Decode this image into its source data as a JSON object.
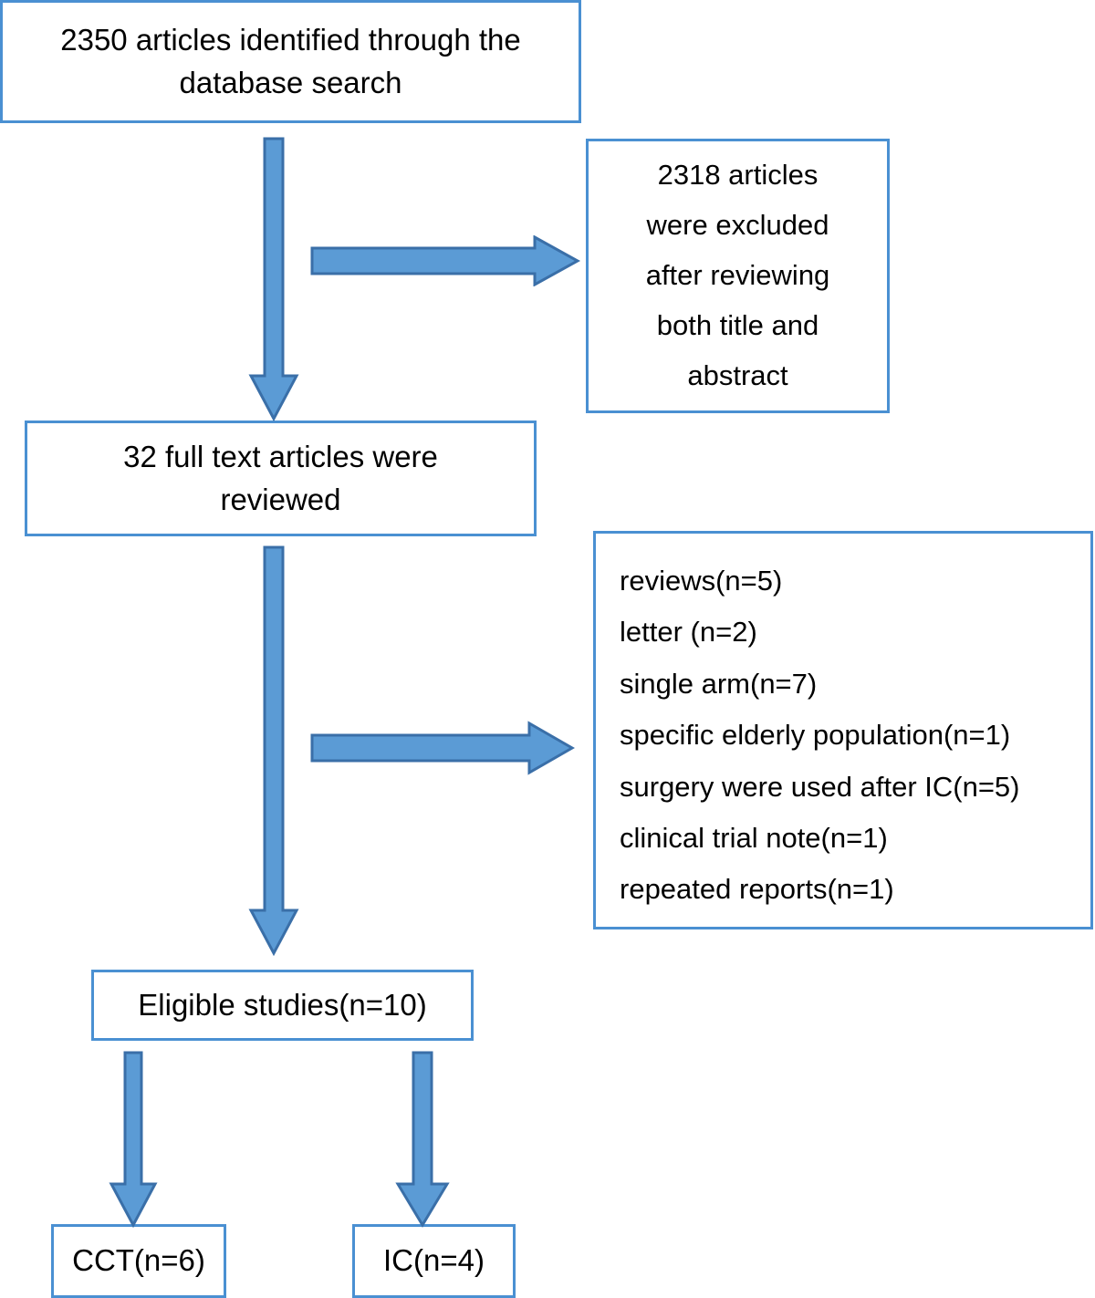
{
  "diagram": {
    "title": "PRISMA study selection flow diagram",
    "colors": {
      "box_border": "#4A90D2",
      "box_fill": "#FFFFFF",
      "arrow_fill": "#5B9BD5",
      "arrow_stroke": "#3A6FA8",
      "text": "#000000"
    },
    "nodes": {
      "identified": {
        "label": "2350 articles identified through the\ndatabase search",
        "count": 2350
      },
      "excluded_title_abstract": {
        "label": "2318 articles\nwere excluded\nafter reviewing\nboth title and\nabstract",
        "count": 2318
      },
      "full_text_reviewed": {
        "label": "32 full text articles were\nreviewed",
        "count": 32
      },
      "exclusion_reasons": {
        "lines": [
          "reviews(n=5)",
          "letter (n=2)",
          "single arm(n=7)",
          "specific elderly population(n=1)",
          "surgery were used after IC(n=5)",
          "clinical trial note(n=1)",
          "repeated reports(n=1)"
        ],
        "label": "reviews(n=5)\nletter (n=2)\nsingle arm(n=7)\nspecific elderly population(n=1)\nsurgery were used after IC(n=5)\nclinical trial note(n=1)\nrepeated reports(n=1)"
      },
      "eligible_studies": {
        "label": "Eligible studies(n=10)",
        "count": 10
      },
      "cct": {
        "label": "CCT(n=6)",
        "count": 6
      },
      "ic": {
        "label": "IC(n=4)",
        "count": 4
      }
    },
    "arrows": [
      {
        "name": "identified-to-fulltext",
        "direction": "down"
      },
      {
        "name": "identified-to-excluded",
        "direction": "right"
      },
      {
        "name": "fulltext-to-eligible",
        "direction": "down"
      },
      {
        "name": "fulltext-to-reasons",
        "direction": "right"
      },
      {
        "name": "eligible-to-cct",
        "direction": "down"
      },
      {
        "name": "eligible-to-ic",
        "direction": "down"
      }
    ]
  }
}
